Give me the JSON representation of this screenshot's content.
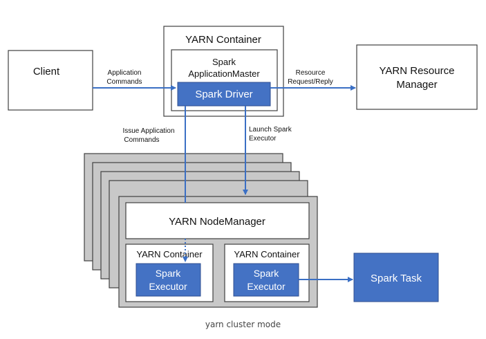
{
  "client": {
    "label": "Client"
  },
  "app_commands": {
    "line1": "Application",
    "line2": "Commands"
  },
  "yarn_container_top": {
    "title": "YARN Container"
  },
  "app_master": {
    "line1": "Spark",
    "line2": "ApplicationMaster"
  },
  "spark_driver": {
    "label": "Spark Driver"
  },
  "resource_req": {
    "line1": "Resource",
    "line2": "Request/Reply"
  },
  "resource_manager": {
    "line1": "YARN Resource",
    "line2": "Manager"
  },
  "issue_commands": {
    "line1": "Issue Application",
    "line2": "Commands"
  },
  "launch_executor": {
    "line1": "Launch Spark",
    "line2": "Executor"
  },
  "node_manager": {
    "label": "YARN NodeManager"
  },
  "container_left": {
    "title": "YARN Container",
    "exec1": "Spark",
    "exec2": "Executor"
  },
  "container_right": {
    "title": "YARN Container",
    "exec1": "Spark",
    "exec2": "Executor"
  },
  "spark_task": {
    "label": "Spark Task"
  },
  "caption": "yarn cluster mode",
  "colors": {
    "accent": "#3a6fc4",
    "box_fill": "#4472c4",
    "stack_fill": "#c8c8c8",
    "border": "#404040"
  }
}
